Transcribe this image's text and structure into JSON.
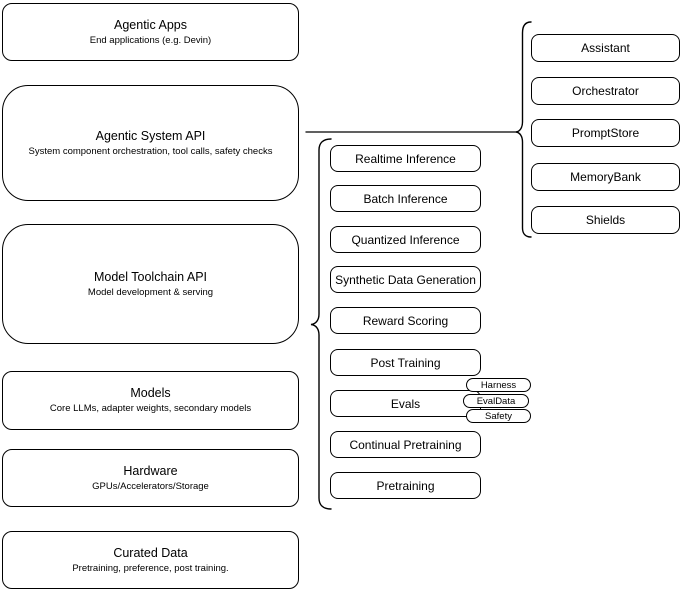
{
  "canvas": {
    "background": "#ffffff",
    "stroke_color": "#000000",
    "text_color": "#000000",
    "shape_fill": "#ffffff"
  },
  "left_stack": {
    "boxes": [
      {
        "title": "Agentic Apps",
        "subtitle": "End applications (e.g. Devin)"
      },
      {
        "title": "Agentic System API",
        "subtitle": "System component orchestration, tool calls, safety checks"
      },
      {
        "title": "Model Toolchain API",
        "subtitle": "Model development & serving"
      },
      {
        "title": "Models",
        "subtitle": "Core LLMs, adapter weights, secondary models"
      },
      {
        "title": "Hardware",
        "subtitle": "GPUs/Accelerators/Storage"
      },
      {
        "title": "Curated Data",
        "subtitle": "Pretraining, preference, post training."
      }
    ]
  },
  "toolchain_group": {
    "items": [
      "Realtime Inference",
      "Batch Inference",
      "Quantized Inference",
      "Synthetic Data Generation",
      "Reward Scoring",
      "Post Training",
      "Evals",
      "Continual Pretraining",
      "Pretraining"
    ],
    "evals_tags": [
      "Harness",
      "EvalData",
      "Safety"
    ]
  },
  "system_group": {
    "items": [
      "Assistant",
      "Orchestrator",
      "PromptStore",
      "MemoryBank",
      "Shields"
    ]
  }
}
